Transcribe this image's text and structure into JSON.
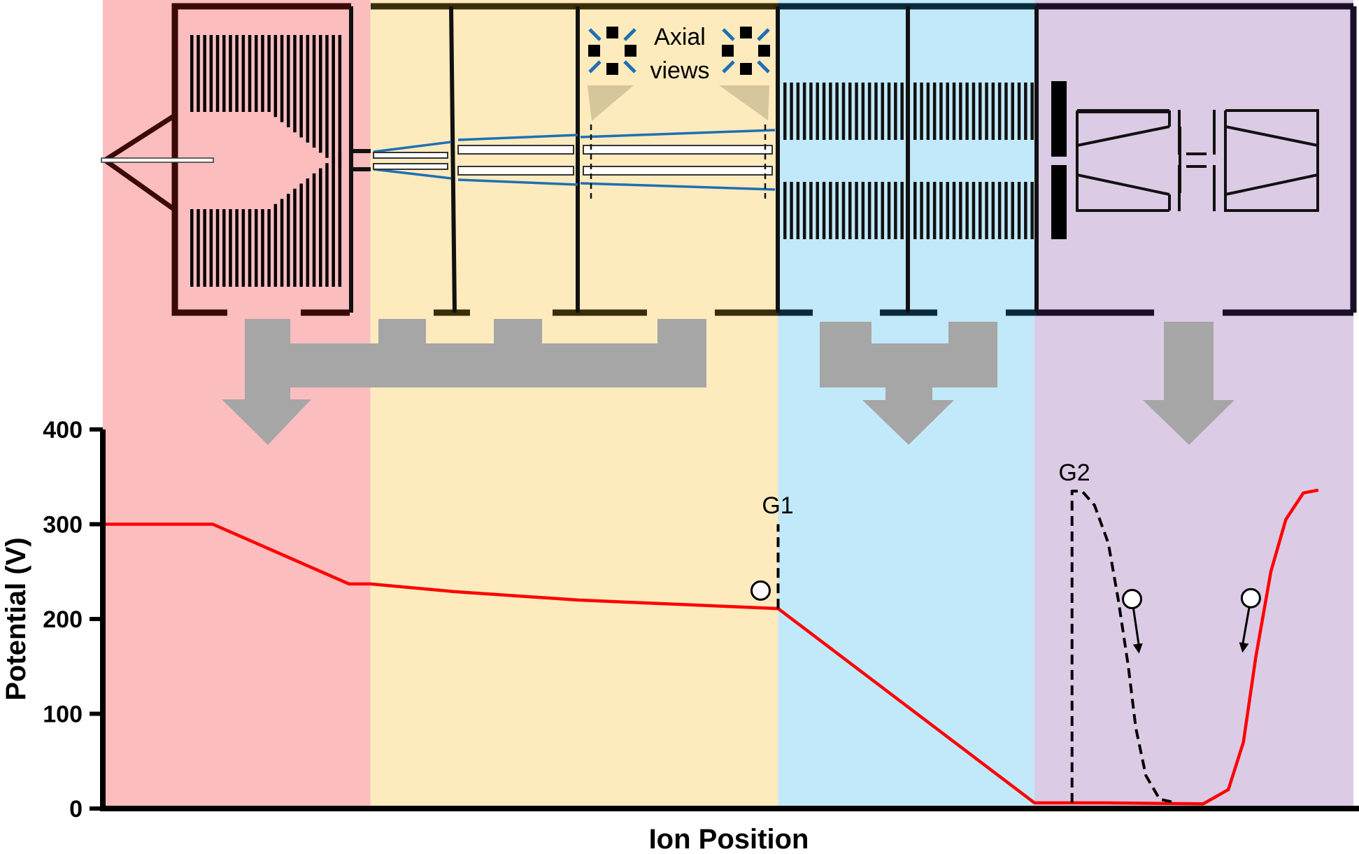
{
  "annotations": {
    "axial_line1": "Axial",
    "axial_line2": "views",
    "gate1": "G1",
    "gate2": "G2"
  },
  "colors": {
    "region_source": "#fcbdbf",
    "region_trap": "#fdebbe",
    "region_drift": "#c2e9f9",
    "region_detector": "#dccbe4",
    "potential_line": "#ff0000",
    "arrows": "#a6a6a6",
    "optics": "#1f6fb4"
  },
  "chart_data": {
    "type": "line",
    "title": "",
    "xlabel": "Ion Position",
    "ylabel": "Potential (V)",
    "ylim": [
      0,
      400
    ],
    "yticks": [
      0,
      100,
      200,
      300,
      400
    ],
    "series": [
      {
        "style": "solid",
        "points": [
          [
            0.0,
            300
          ],
          [
            0.088,
            300
          ],
          [
            0.197,
            237
          ],
          [
            0.214,
            237
          ],
          [
            0.28,
            229
          ],
          [
            0.38,
            220
          ],
          [
            0.54,
            211
          ],
          [
            0.745,
            6
          ],
          [
            0.8,
            6
          ],
          [
            0.88,
            5
          ],
          [
            0.9,
            20
          ],
          [
            0.912,
            70
          ],
          [
            0.922,
            160
          ],
          [
            0.934,
            250
          ],
          [
            0.946,
            305
          ],
          [
            0.96,
            333
          ],
          [
            0.972,
            336
          ]
        ]
      },
      {
        "style": "dashed",
        "points": [
          [
            0.54,
            211
          ],
          [
            0.54,
            300
          ]
        ]
      },
      {
        "style": "dashed",
        "points": [
          [
            0.775,
            6
          ],
          [
            0.775,
            335
          ],
          [
            0.783,
            335
          ],
          [
            0.793,
            320
          ],
          [
            0.804,
            280
          ],
          [
            0.812,
            220
          ],
          [
            0.82,
            150
          ],
          [
            0.826,
            85
          ],
          [
            0.834,
            35
          ],
          [
            0.845,
            10
          ],
          [
            0.858,
            6
          ]
        ]
      }
    ],
    "ion_markers": [
      {
        "x": 0.526,
        "y": 230,
        "arrow": "none"
      },
      {
        "x": 0.823,
        "y": 221,
        "arrow": "down-right"
      },
      {
        "x": 0.918,
        "y": 222,
        "arrow": "down-left"
      }
    ],
    "regions": [
      {
        "x_start": 0.0,
        "x_end": 0.214,
        "color": "#fcbdbf"
      },
      {
        "x_start": 0.214,
        "x_end": 0.54,
        "color": "#fdebbe"
      },
      {
        "x_start": 0.54,
        "x_end": 0.745,
        "color": "#c2e9f9"
      },
      {
        "x_start": 0.745,
        "x_end": 1.0,
        "color": "#dccbe4"
      }
    ]
  }
}
